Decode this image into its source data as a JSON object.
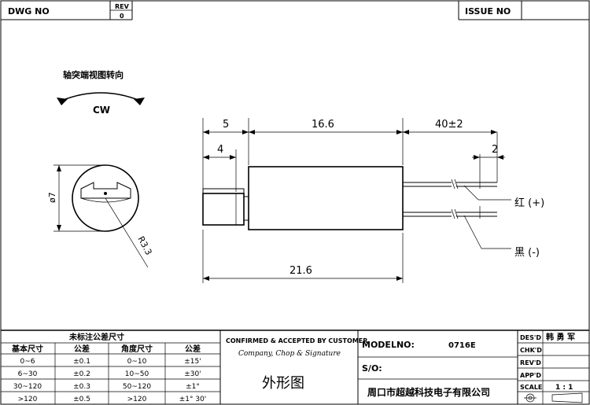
{
  "header": {
    "dwg_label": "DWG NO",
    "rev_label": "REV",
    "rev_value": "0",
    "issue_label": "ISSUE NO"
  },
  "rotation": {
    "title": "轴突端视图转向",
    "direction": "CW"
  },
  "dimensions": {
    "d1": "5",
    "d2": "16.6",
    "d3": "40±2",
    "d4": "4",
    "d5": "2",
    "diameter": "ø7",
    "radius": "R3.3",
    "total": "21.6"
  },
  "wires": {
    "red": "红 (+)",
    "black": "黑 (-)"
  },
  "tolerance_table": {
    "title": "未标注公差尺寸",
    "headers": [
      "基本尺寸",
      "公差",
      "角度尺寸",
      "公差"
    ],
    "rows": [
      [
        "0~6",
        "±0.1",
        "0~10",
        "±15'"
      ],
      [
        "6~30",
        "±0.2",
        "10~50",
        "±30'"
      ],
      [
        "30~120",
        "±0.3",
        "50~120",
        "±1°"
      ],
      [
        ">120",
        "±0.5",
        ">120",
        "±1° 30'"
      ]
    ]
  },
  "confirmation": {
    "title": "CONFIRMED & ACCEPTED BY CUSTOMER",
    "subtitle": "Company, Chop & Signature",
    "drawing_name": "外形图"
  },
  "model": {
    "label": "MODELNO:",
    "value": "0716E",
    "so_label": "S/O:",
    "company": "周口市超越科技电子有限公司"
  },
  "signoff": {
    "des_label": "DES'D",
    "des_value": "韩 勇 军",
    "chk_label": "CHK'D",
    "rev_label": "REV'D",
    "app_label": "APP'D",
    "scale_label": "SCALE",
    "scale_value": "1 : 1"
  }
}
